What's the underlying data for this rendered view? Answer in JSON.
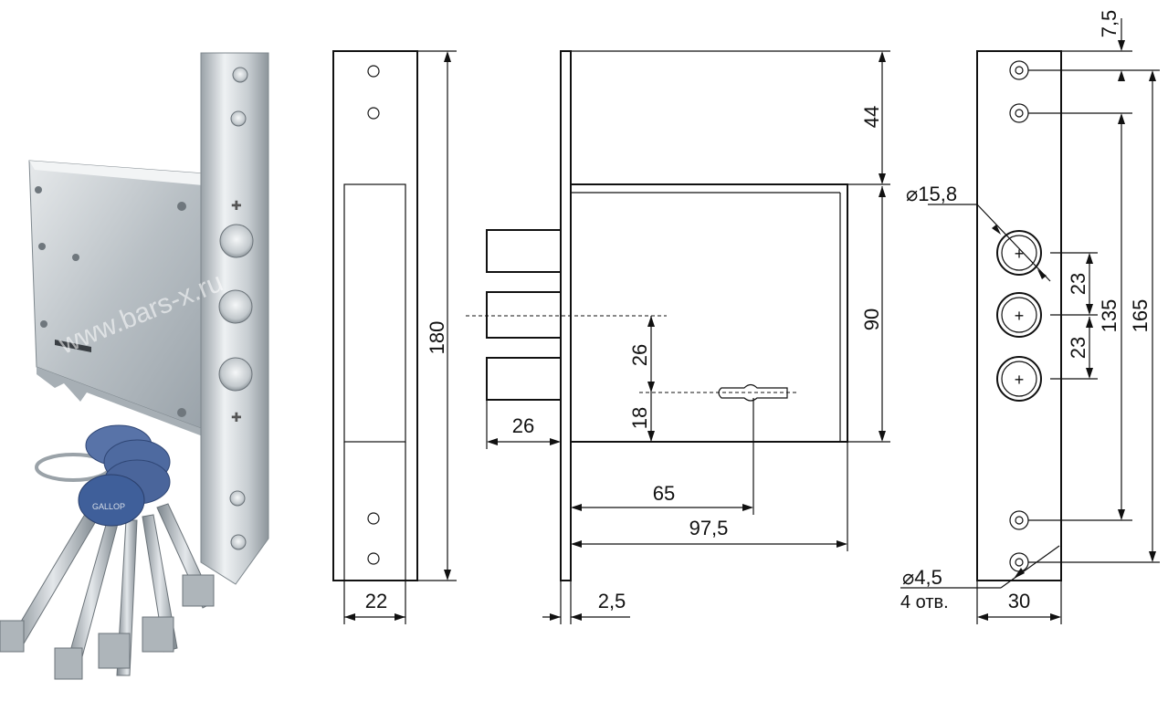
{
  "watermark": "www.bars-x.ru",
  "key_logo": "GALLOP",
  "front_view": {
    "height_label": "180",
    "width_label": "22"
  },
  "side_view": {
    "top_offset_label": "44",
    "body_height_label": "90",
    "bolt_spacing_label": "26",
    "keyhole_offset_label": "18",
    "bolt_projection_label": "26",
    "keyhole_depth_label": "65",
    "body_depth_label": "97,5",
    "plate_thickness_label": "2,5"
  },
  "faceplate_view": {
    "top_hole_offset_label": "7,5",
    "bolt_hole_diameter_label": "⌀15,8",
    "bolt_pitch_upper_label": "23",
    "bolt_pitch_lower_label": "23",
    "inner_holes_label": "135",
    "outer_holes_label": "165",
    "screw_hole_diameter_label": "⌀4,5",
    "screw_hole_count_label": "4 отв.",
    "width_label": "30"
  },
  "colors": {
    "line": "#111111",
    "steel_light": "#dfe3e6",
    "steel_dark": "#8c959c",
    "key_head": "#3f5f9a"
  }
}
